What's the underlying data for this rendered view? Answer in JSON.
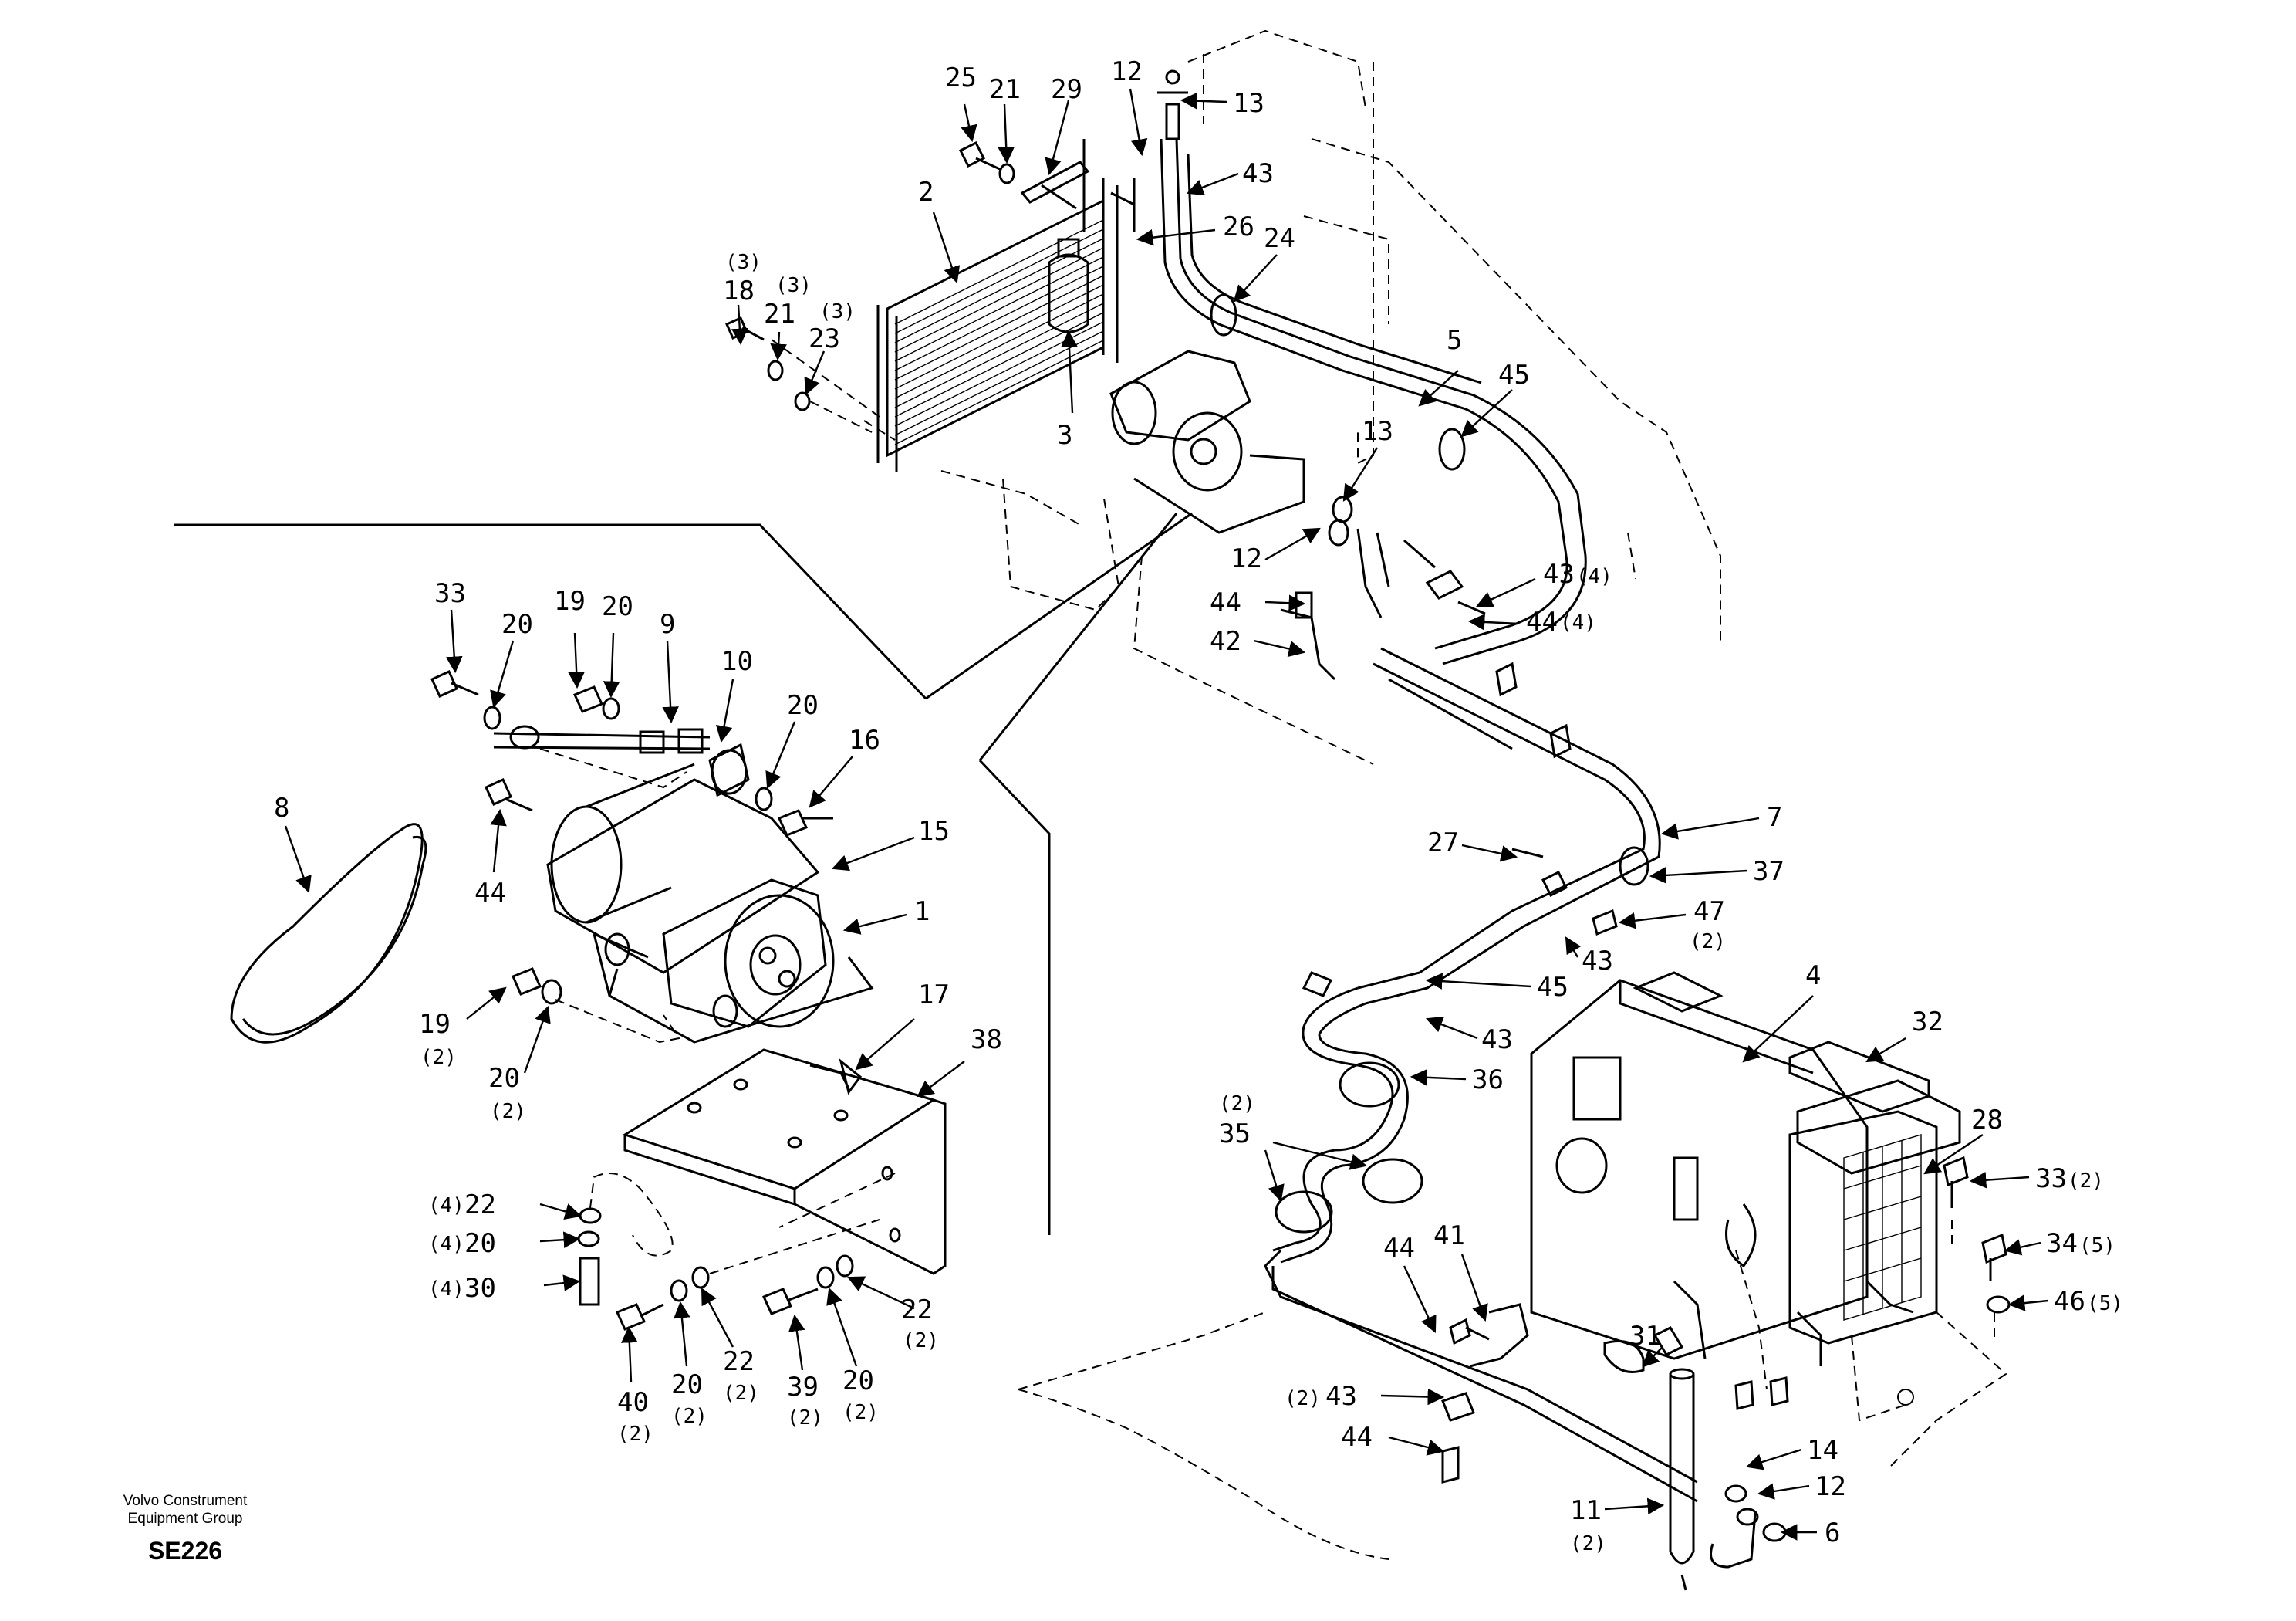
{
  "callouts": [
    {
      "t": "25"
    },
    {
      "t": "21"
    },
    {
      "t": "29"
    },
    {
      "t": "12"
    },
    {
      "t": "13"
    },
    {
      "t": "43"
    },
    {
      "t": "26"
    },
    {
      "t": "2"
    },
    {
      "t": "24"
    },
    {
      "t": "(3)"
    },
    {
      "t": "18"
    },
    {
      "t": "(3)"
    },
    {
      "t": "21"
    },
    {
      "t": "(3)"
    },
    {
      "t": "23"
    },
    {
      "t": "3"
    },
    {
      "t": "5"
    },
    {
      "t": "45"
    },
    {
      "t": "13"
    },
    {
      "t": "12"
    },
    {
      "t": "43"
    },
    {
      "t": "(4)"
    },
    {
      "t": "44"
    },
    {
      "t": "44"
    },
    {
      "t": "(4)"
    },
    {
      "t": "42"
    },
    {
      "t": "33"
    },
    {
      "t": "19"
    },
    {
      "t": "20"
    },
    {
      "t": "20"
    },
    {
      "t": "9"
    },
    {
      "t": "10"
    },
    {
      "t": "20"
    },
    {
      "t": "16"
    },
    {
      "t": "8"
    },
    {
      "t": "44"
    },
    {
      "t": "15"
    },
    {
      "t": "1"
    },
    {
      "t": "19"
    },
    {
      "t": "(2)"
    },
    {
      "t": "20"
    },
    {
      "t": "(2)"
    },
    {
      "t": "17"
    },
    {
      "t": "38"
    },
    {
      "t": "7"
    },
    {
      "t": "27"
    },
    {
      "t": "37"
    },
    {
      "t": "47"
    },
    {
      "t": "(2)"
    },
    {
      "t": "43"
    },
    {
      "t": "45"
    },
    {
      "t": "43"
    },
    {
      "t": "4"
    },
    {
      "t": "32"
    },
    {
      "t": "36"
    },
    {
      "t": "(2)"
    },
    {
      "t": "35"
    },
    {
      "t": "28"
    },
    {
      "t": "33"
    },
    {
      "t": "(2)"
    },
    {
      "t": "34"
    },
    {
      "t": "(5)"
    },
    {
      "t": "46"
    },
    {
      "t": "(5)"
    },
    {
      "t": "(4)"
    },
    {
      "t": "22"
    },
    {
      "t": "(4)"
    },
    {
      "t": "20"
    },
    {
      "t": "(4)"
    },
    {
      "t": "30"
    },
    {
      "t": "22"
    },
    {
      "t": "(2)"
    },
    {
      "t": "40"
    },
    {
      "t": "(2)"
    },
    {
      "t": "20"
    },
    {
      "t": "(2)"
    },
    {
      "t": "22"
    },
    {
      "t": "(2)"
    },
    {
      "t": "39"
    },
    {
      "t": "(2)"
    },
    {
      "t": "20"
    },
    {
      "t": "(2)"
    },
    {
      "t": "44"
    },
    {
      "t": "41"
    },
    {
      "t": "31"
    },
    {
      "t": "(2)"
    },
    {
      "t": "43"
    },
    {
      "t": "44"
    },
    {
      "t": "14"
    },
    {
      "t": "12"
    },
    {
      "t": "6"
    },
    {
      "t": "11"
    },
    {
      "t": "(2)"
    }
  ],
  "footer": {
    "line1": "Volvo Construment",
    "line2": "Equipment Group",
    "code": "SE226"
  }
}
